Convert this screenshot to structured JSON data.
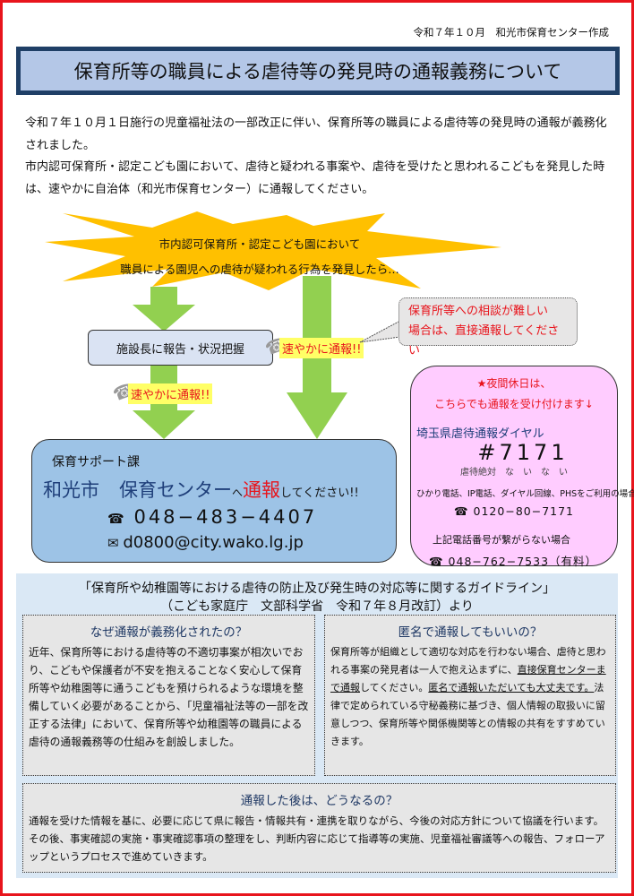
{
  "header": {
    "date_author": "令和７年１０月　和光市保育センター作成"
  },
  "title": "保育所等の職員による虐待等の発見時の通報義務について",
  "intro": [
    "令和７年１０月１日施行の児童福祉法の一部改正に伴い、保育所等の職員による虐待等の発見時の通報が義務化されました。",
    "市内認可保育所・認定こども園において、虐待と疑われる事案や、虐待を受けたと思われるこどもを発見した時は、速やかに自治体（和光市保育センター）に通報してください。"
  ],
  "flow": {
    "burst_line1": "市内認可保育所・認定こども園において",
    "burst_line2": "職員による園児への虐待が疑われる行為を発見したら…",
    "chief_report": "施設長に報告・状況把握",
    "quick_report": "速やかに通報!!",
    "bubble_line1": "保育所等への相談が難しい",
    "bubble_line2": "場合は、直接通報してください",
    "colors": {
      "arrow": "#92d050",
      "burst": "#ffc000",
      "alert": "#e8141c"
    }
  },
  "center": {
    "dept": "保育サポート課",
    "city": "和光市",
    "name": "保育センター",
    "to": "へ",
    "report": "通報",
    "please": "してください!!",
    "phone": "048−483−4407",
    "email": "d0800@city.wako.lg.jp"
  },
  "night": {
    "heading1": "★夜間休日は、",
    "heading2": "こちらでも通報を受け付けます↓",
    "dial_name": "埼玉県虐待通報ダイヤル",
    "dial_number": "#7171",
    "dial_mnemonic": "虐待絶対　な　い　な　い",
    "alt_label": "ひかり電話、IP電話、ダイヤル回線、PHSをご利用の場合",
    "alt_phone": "0120−80−7171",
    "fallback_label": "上記電話番号が繋がらない場合",
    "fallback_phone": "048−762−7533（有料）"
  },
  "guideline": {
    "title1": "「保育所や幼稚園等における虐待の防止及び発生時の対応等に関するガイドライン」",
    "title2": "（こども家庭庁　文部科学省　令和７年８月改訂）より",
    "why": {
      "title": "なぜ通報が義務化されたの？",
      "body": "近年、保育所等における虐待等の不適切事案が相次いでおり、こどもや保護者が不安を抱えることなく安心して保育所等や幼稚園等に通うこどもを預けられるような環境を整備していく必要があることから、「児童福祉法等の一部を改正する法律」において、保育所等や幼稚園等の職員による虐待の通報義務等の仕組みを創設しました。"
    },
    "anon": {
      "title": "匿名で通報してもいいの？",
      "body1": "保育所等が組織として適切な対応を行わない場合、虐待と思われる事案の発見者は一人で抱え込まずに、",
      "body_u1": "直接保育センターまで通報",
      "body2": "してください。",
      "body_u2": "匿名で通報いただいても大丈夫です。",
      "body3": "法律で定められている守秘義務に基づき、個人情報の取扱いに留意しつつ、保育所等や関係機関等との情報の共有をすすめていきます。"
    },
    "after": {
      "title": "通報した後は、どうなるの？",
      "body": "通報を受けた情報を基に、必要に応じて県に報告・情報共有・連携を取りながら、今後の対応方針について協議を行います。その後、事実確認の実施・事実確認事項の整理をし、判断内容に応じて指導等の実施、児童福祉審議等への報告、フォローアップというプロセスで進めていきます。"
    }
  }
}
